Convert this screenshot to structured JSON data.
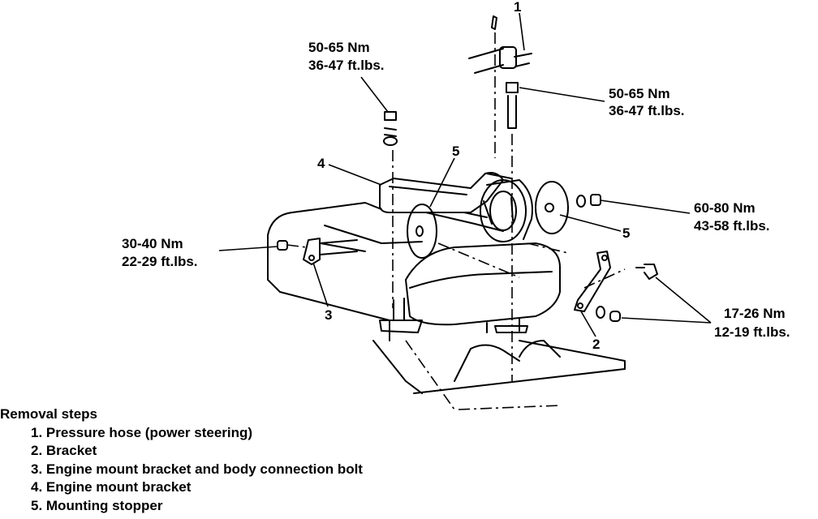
{
  "torque_specs": {
    "upper_left": {
      "nm": "50-65 Nm",
      "ftlbs": "36-47 ft.lbs."
    },
    "upper_right": {
      "nm": "50-65 Nm",
      "ftlbs": "36-47 ft.lbs."
    },
    "right_middle": {
      "nm": "60-80 Nm",
      "ftlbs": "43-58 ft.lbs."
    },
    "left_middle": {
      "nm": "30-40 Nm",
      "ftlbs": "22-29 ft.lbs."
    },
    "lower_right": {
      "nm": "17-26 Nm",
      "ftlbs": "12-19 ft.lbs."
    }
  },
  "callouts": {
    "c1": "1",
    "c2": "2",
    "c3": "3",
    "c4": "4",
    "c5a": "5",
    "c5b": "5"
  },
  "removal": {
    "heading": "Removal steps",
    "steps": [
      "1. Pressure hose (power steering)",
      "2. Bracket",
      "3. Engine mount bracket and body connection bolt",
      "4. Engine mount bracket",
      "5. Mounting stopper"
    ]
  }
}
